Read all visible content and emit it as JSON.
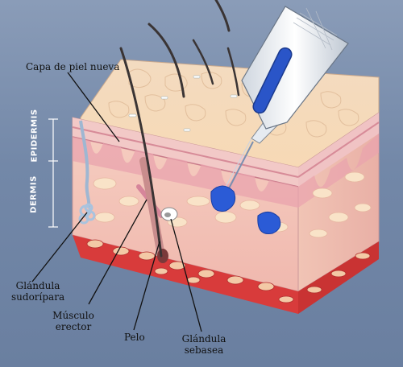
{
  "labels": {
    "new_skin": "Capa de piel nueva",
    "epidermis": "EPIDERMIS",
    "dermis": "DERMIS",
    "sweat_gland": [
      "Glándula",
      "sudorípara"
    ],
    "erector_muscle": [
      "Músculo",
      "erector"
    ],
    "hair": "Pelo",
    "sebaceous_gland": [
      "Glándula",
      "sebasea"
    ]
  },
  "colors": {
    "background": "#7388a8",
    "skin_top": "#f6d9b6",
    "epidermis_band": "#f0c6c4",
    "dermis": "#f3c0b8",
    "fat_layer": "#d73a3a",
    "instrument_blue": "#2a55c8",
    "hair": "#3a3434"
  }
}
